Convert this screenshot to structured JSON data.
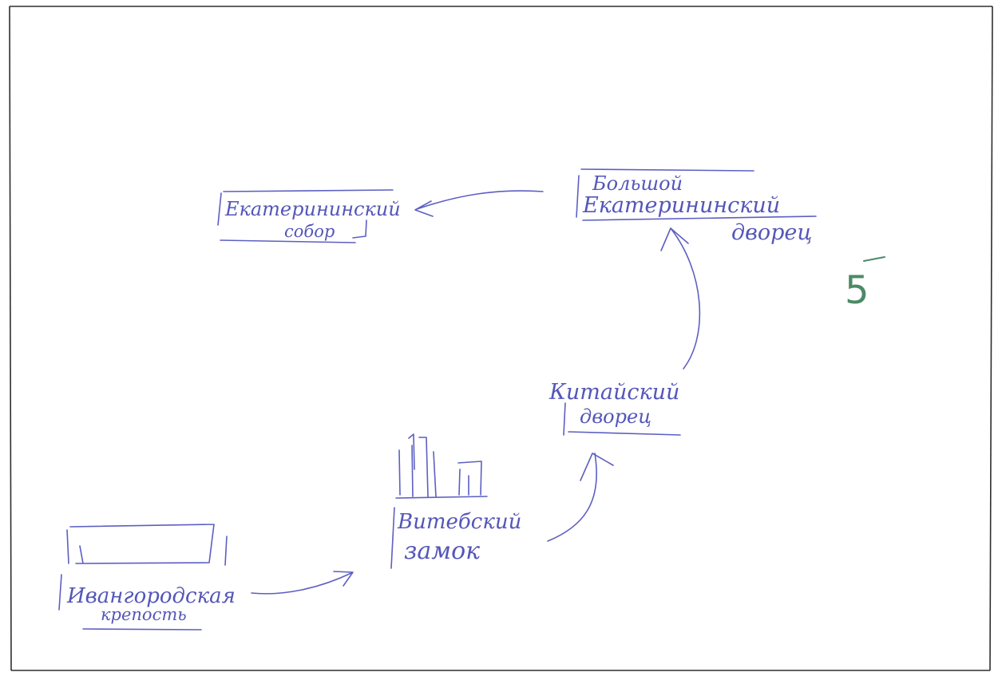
{
  "nodes": {
    "ivangorod": {
      "line1": "Ивангородская",
      "line2": "крепость"
    },
    "vitebsk": {
      "line1": "Витебский",
      "line2": "замок"
    },
    "chinese_palace": {
      "line1": "Китайский",
      "line2": "дворец"
    },
    "catherine_palace": {
      "line1": "Большой",
      "line2": "Екатерининский",
      "line3": "дворец"
    },
    "catherine_cathedral": {
      "line1": "Екатерининский",
      "line2": "собор"
    }
  },
  "grade": {
    "value": "5"
  },
  "colors": {
    "ink": "#5d5fc2",
    "grade": "#4d8a66",
    "frame": "#2e2e2e"
  }
}
